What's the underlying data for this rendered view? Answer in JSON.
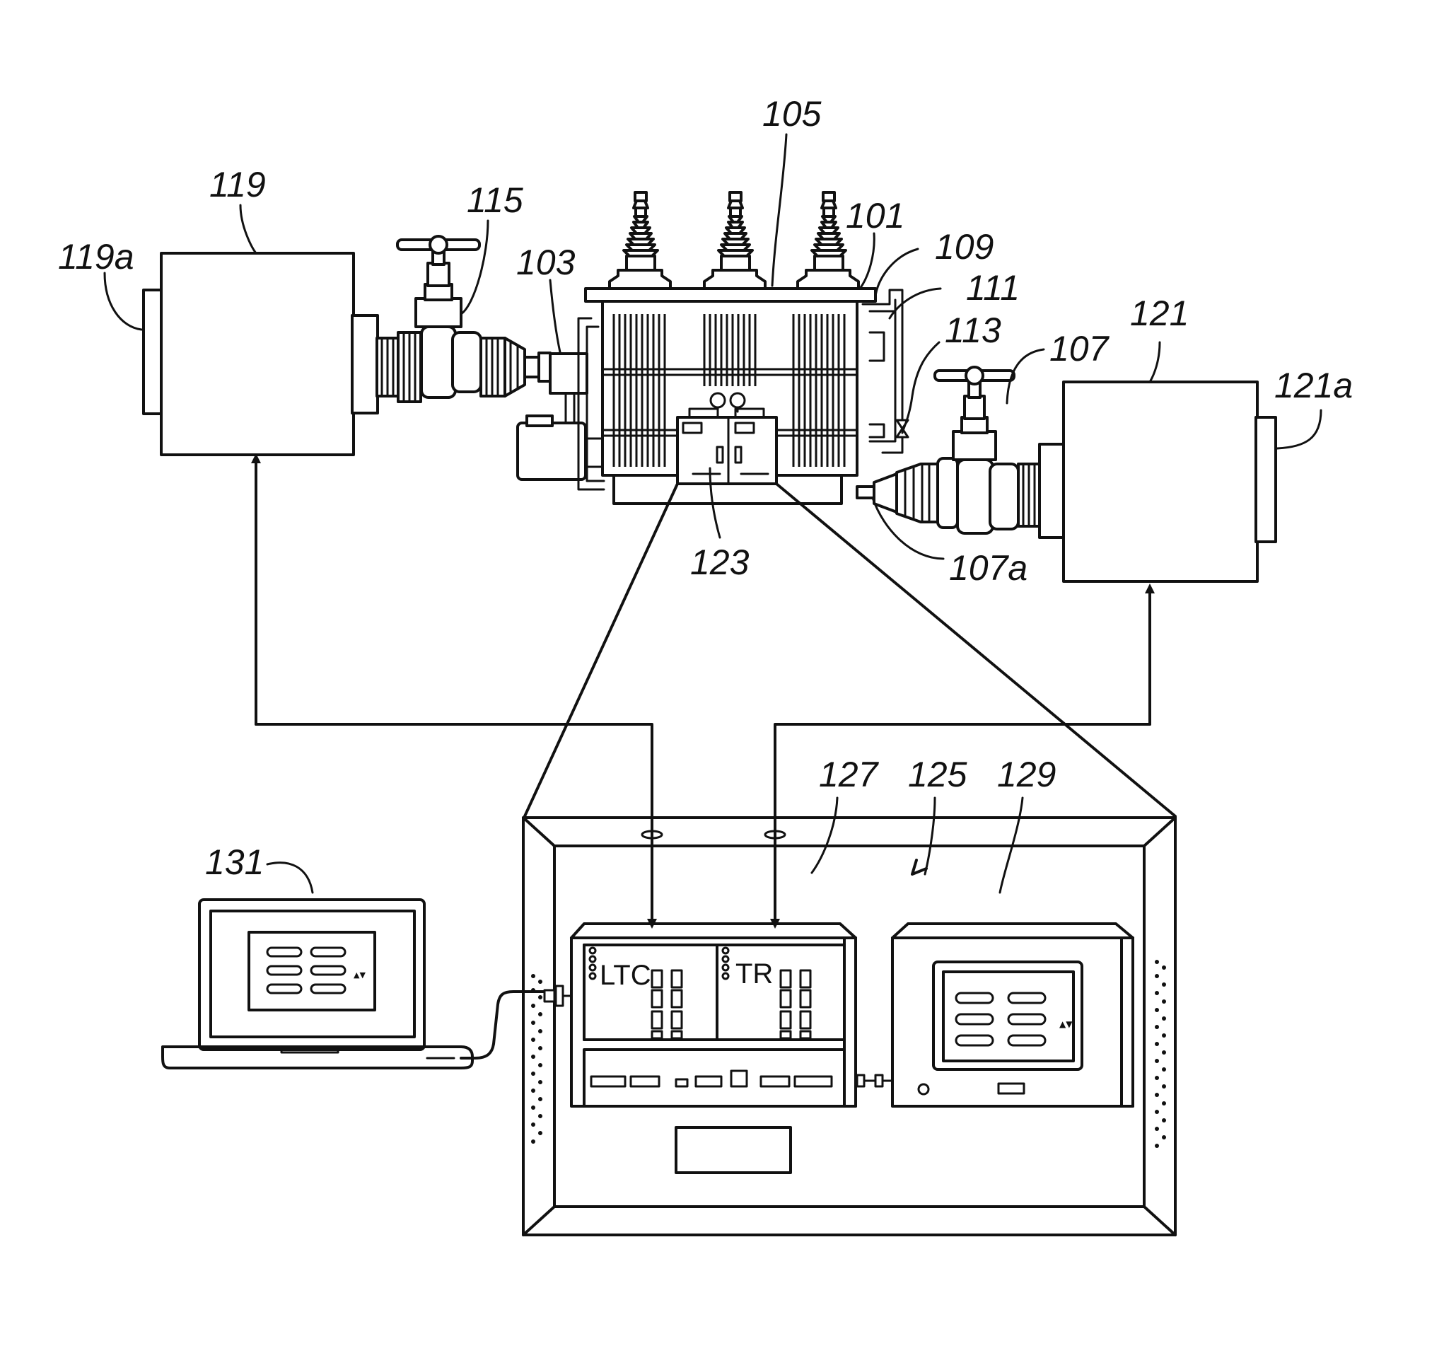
{
  "figure": {
    "labels": {
      "l119a": "119a",
      "l119": "119",
      "l115": "115",
      "l103": "103",
      "l105": "105",
      "l101": "101",
      "l109": "109",
      "l111": "111",
      "l113": "113",
      "l107": "107",
      "l121": "121",
      "l121a": "121a",
      "l123": "123",
      "l107a": "107a",
      "l127": "127",
      "l125": "125",
      "l129": "129",
      "l131": "131"
    },
    "module_text": {
      "ltc": "LTC",
      "tr": "TR"
    },
    "screen_arrows": "▲▼"
  }
}
